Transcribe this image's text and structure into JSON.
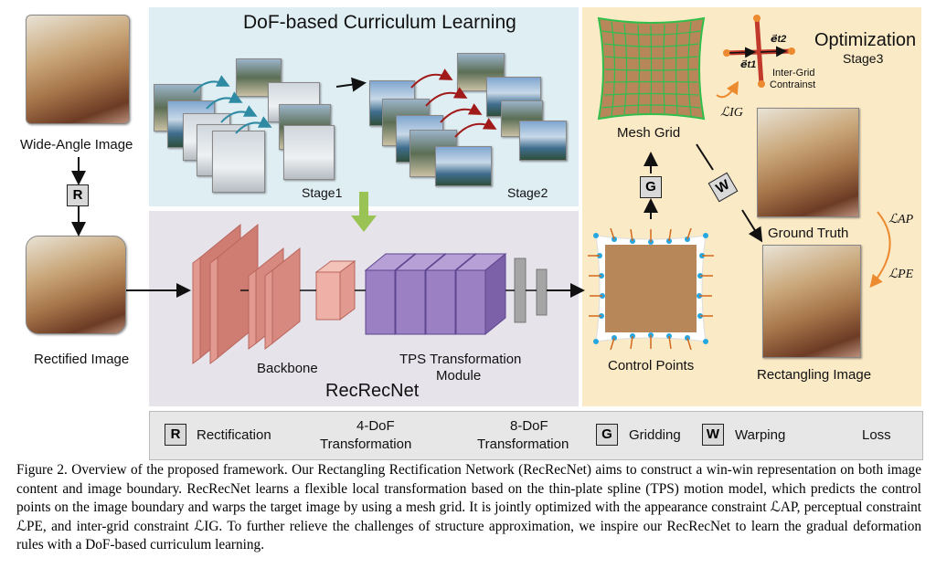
{
  "panels": {
    "curriculum_title": "DoF-based Curriculum Learning",
    "stage1": "Stage1",
    "stage2": "Stage2",
    "recrecnet_title": "RecRecNet",
    "backbone": "Backbone",
    "tps_module_line1": "TPS Transformation",
    "tps_module_line2": "Module",
    "optimization_title": "Optimization",
    "stage3": "Stage3"
  },
  "left": {
    "wide_angle": "Wide-Angle Image",
    "rectified": "Rectified Image",
    "r_label": "R"
  },
  "right": {
    "mesh_grid": "Mesh Grid",
    "control_points": "Control Points",
    "ground_truth": "Ground Truth",
    "rectangling_image": "Rectangling Image",
    "g_label": "G",
    "w_label": "W",
    "inter_grid_line1": "Inter-Grid",
    "inter_grid_line2": "Contrainst",
    "vec_e1": "e⃗t1",
    "vec_e2": "e⃗t2",
    "loss_ig": "ℒIG",
    "loss_ap": "ℒAP",
    "loss_pe": "ℒPE"
  },
  "legend": {
    "r": "R",
    "rectification": "Rectification",
    "dof4_line1": "4-DoF",
    "dof4_line2": "Transformation",
    "dof8_line1": "8-DoF",
    "dof8_line2": "Transformation",
    "g": "G",
    "gridding": "Gridding",
    "w": "W",
    "warping": "Warping",
    "loss": "Loss"
  },
  "caption": {
    "text": "Figure 2. Overview of the proposed framework. Our Rectangling Rectification Network (RecRecNet) aims to construct a win-win representation on both image content and image boundary. RecRecNet learns a flexible local transformation based on the thin-plate spline (TPS) motion model, which predicts the control points on the image boundary and warps the target image by using a mesh grid. It is jointly optimized with the appearance constraint ℒAP, perceptual constraint ℒPE, and inter-grid constraint ℒIG. To further relieve the challenges of structure approximation, we inspire our RecRecNet to learn the gradual deformation rules with a DoF-based curriculum learning."
  },
  "colors": {
    "curriculum_bg": "#dfeef3",
    "recrecnet_bg": "#e6e3ea",
    "optimization_bg": "#fbeac6",
    "backbone_block": "#e29a90",
    "tps_block": "#8d71b6",
    "fc_block": "#a5a5a5",
    "green_arrow": "#9ac356",
    "teal_arrow": "#2f8aa3",
    "red_arrow": "#a11a1a",
    "orange_arrow": "#ec8a2f"
  }
}
